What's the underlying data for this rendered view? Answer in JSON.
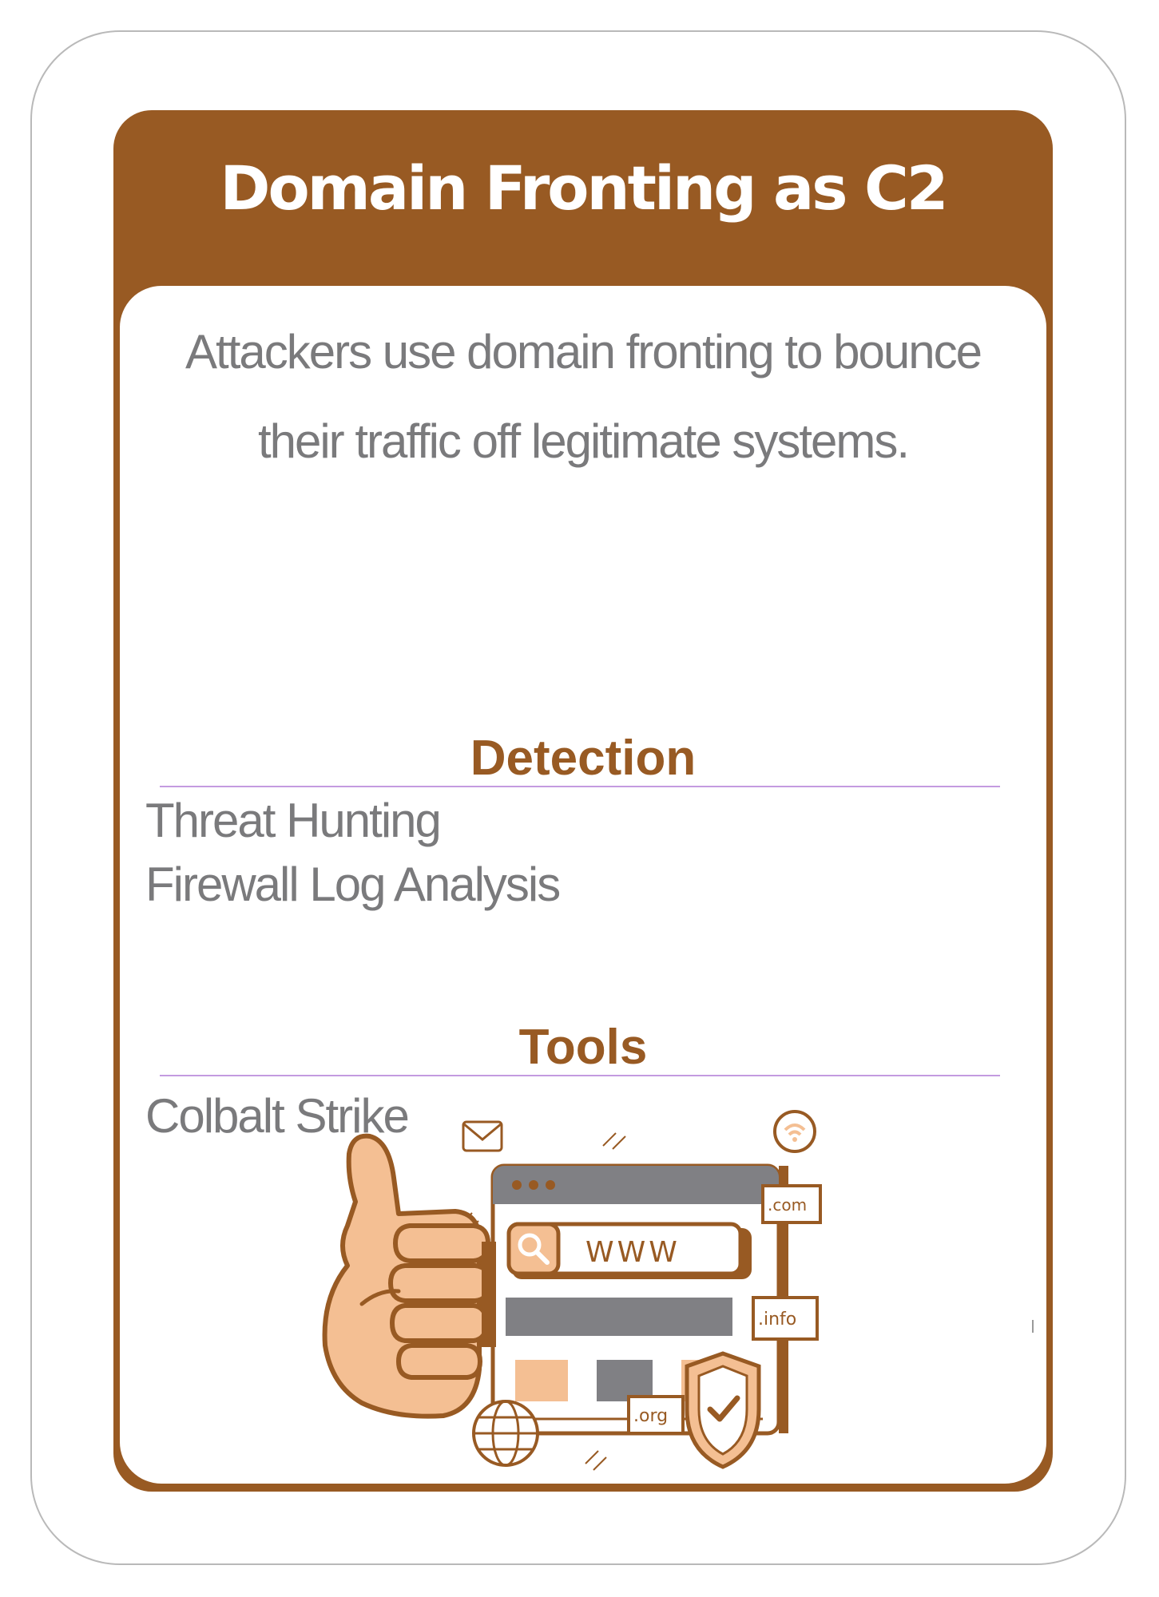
{
  "card": {
    "title": "Domain Fronting as C2",
    "description_lines": [
      "Attackers use domain fronting to bounce",
      "their traffic off legitimate systems."
    ]
  },
  "detection": {
    "heading": "Detection",
    "items": [
      "Threat Hunting",
      "Firewall Log Analysis"
    ]
  },
  "tools": {
    "heading": "Tools",
    "items": [
      "Colbalt Strike"
    ]
  },
  "illustration": {
    "search_text": "WWW",
    "tags": [
      ".com",
      ".info",
      ".org"
    ],
    "icons": [
      "thumbs-up-icon",
      "browser-window-icon",
      "search-icon",
      "envelope-icon",
      "wifi-chat-icon",
      "globe-icon",
      "shield-check-icon"
    ]
  },
  "colors": {
    "brand_brown": "#985a23",
    "peach": "#f4bf93",
    "text_gray": "#7a7a7c",
    "bar_gray": "#808084",
    "rule_lavender": "#c49be0"
  }
}
